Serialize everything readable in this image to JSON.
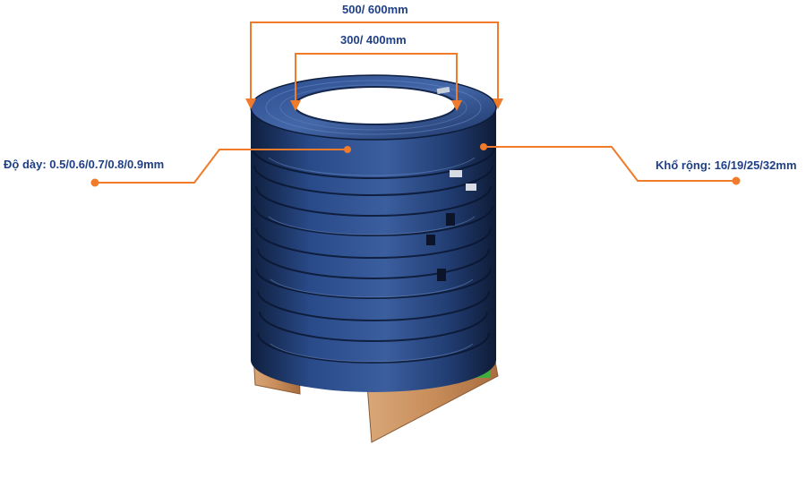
{
  "labels": {
    "outer_diameter": "500/ 600mm",
    "inner_diameter": "300/ 400mm",
    "thickness": "Độ dày: 0.5/0.6/0.7/0.8/0.9mm",
    "width": "Khổ rộng: 16/19/25/32mm"
  },
  "colors": {
    "accent": "#f07b2a",
    "label_text": "#1f3f86",
    "strap_blue": "#23407a",
    "pallet_wood": "#c98f5e"
  }
}
